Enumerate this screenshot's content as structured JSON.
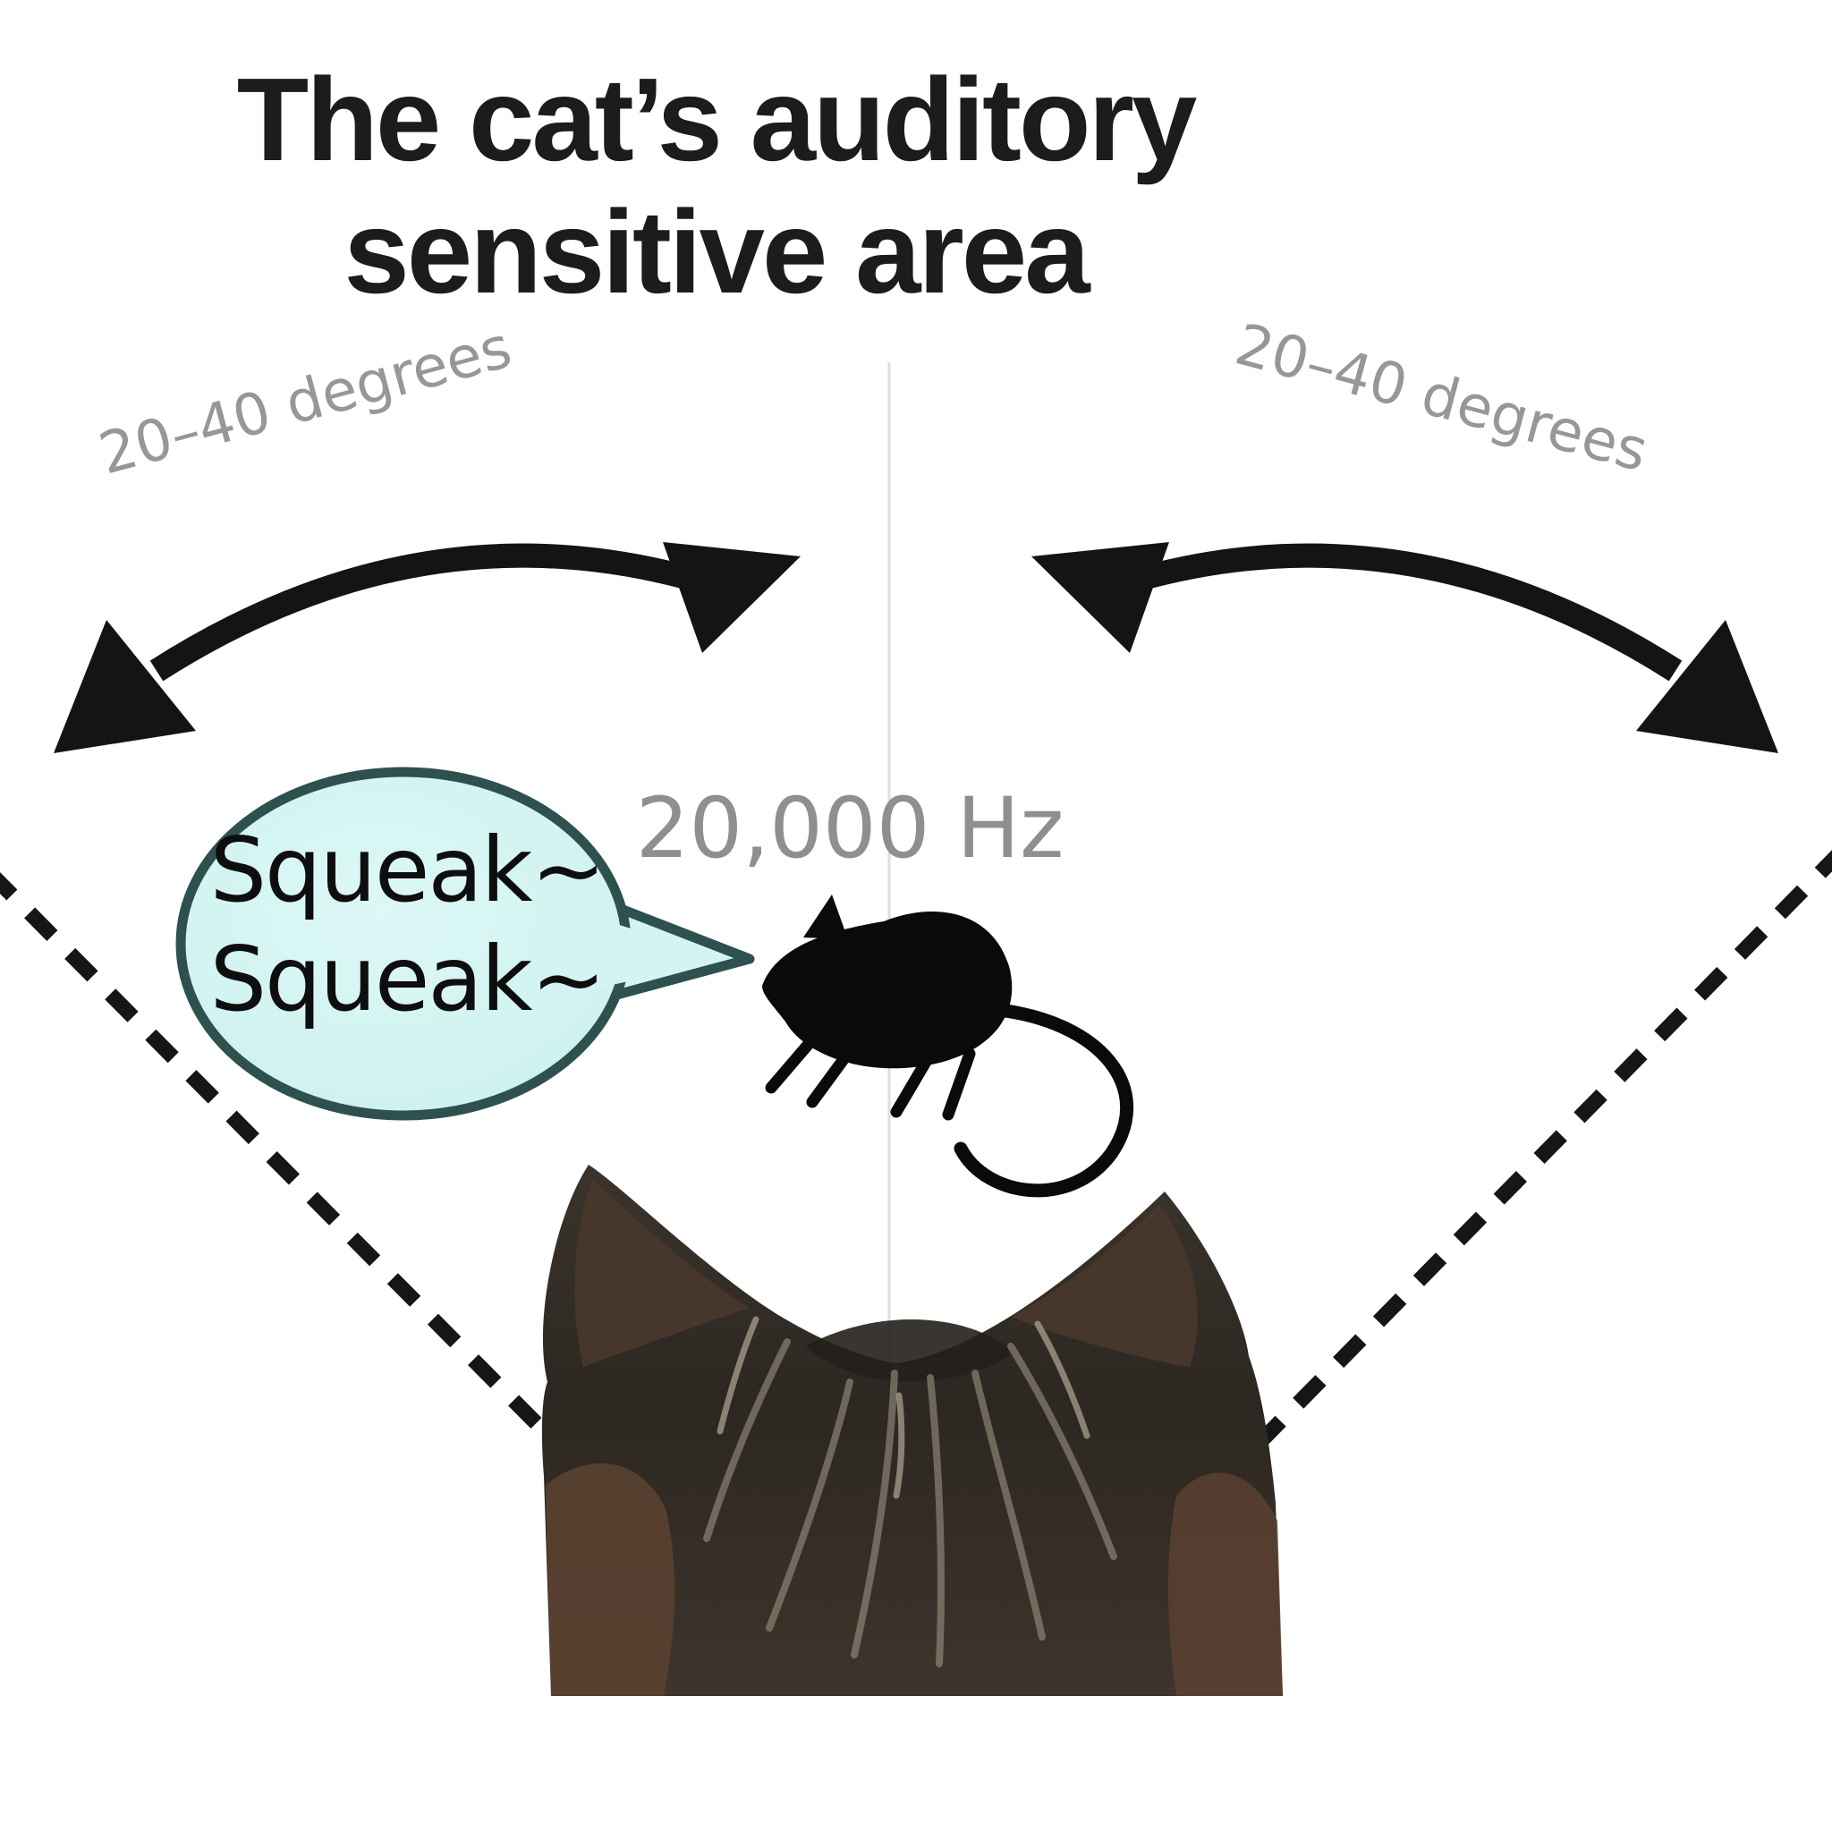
{
  "title": {
    "line1": "The cat’s auditory",
    "line2": "sensitive area"
  },
  "annotations": {
    "left_angle": "20–40 degrees",
    "right_angle": "20–40 degrees",
    "frequency": "20,000 Hz"
  },
  "speech_bubble": {
    "line1": "Squeak~",
    "line2": "Squeak~"
  },
  "icons": {
    "mouse": "mouse-silhouette-icon",
    "cat": "cat-head-photo",
    "left_arrow": "curved-double-arrow-left",
    "right_arrow": "curved-double-arrow-right"
  },
  "colors": {
    "background": "#ffffff",
    "title_text": "#1c1c1c",
    "annotation_gray": "#979797",
    "arrow_black": "#141414",
    "dash_black": "#161616",
    "center_line_gray": "#dedede",
    "bubble_fill": "#d3f4f2",
    "bubble_border": "#2e5150",
    "bubble_text": "#0e0e0e",
    "mouse_black": "#0a0a0a",
    "cat_fur_dark": "#2f2a25",
    "cat_fur_brown": "#5a4131",
    "cat_fur_highlight": "#948a7a"
  }
}
